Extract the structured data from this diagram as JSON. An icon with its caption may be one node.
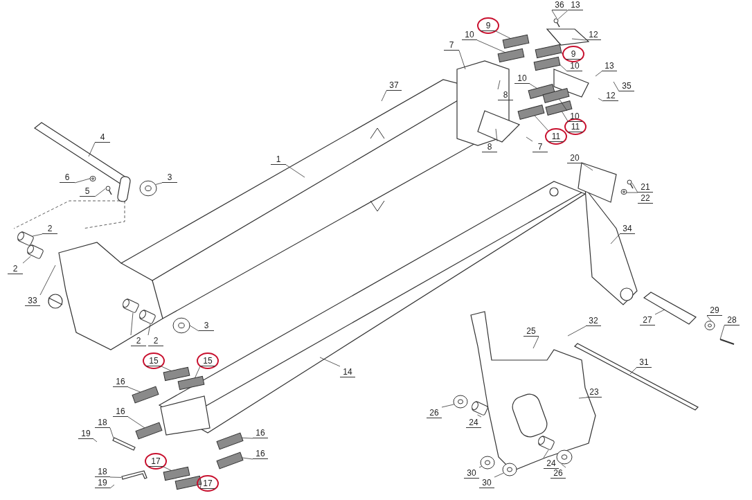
{
  "diagram": {
    "nodes": [
      {
        "text": [
          "36"
        ]
      },
      {
        "text": [
          "13"
        ]
      },
      {
        "text": [
          "9"
        ]
      },
      {
        "text": [
          "10"
        ]
      },
      {
        "text": [
          "12"
        ]
      },
      {
        "text": [
          "9"
        ]
      },
      {
        "text": [
          "10"
        ]
      },
      {
        "text": [
          "7"
        ]
      },
      {
        "text": [
          "13"
        ]
      },
      {
        "text": [
          "35"
        ]
      },
      {
        "text": [
          "12"
        ]
      },
      {
        "text": [
          "10"
        ]
      },
      {
        "text": [
          "8"
        ]
      },
      {
        "text": [
          "10"
        ]
      },
      {
        "text": [
          "11"
        ]
      },
      {
        "text": [
          "11"
        ]
      },
      {
        "text": [
          "37"
        ]
      },
      {
        "text": [
          "8"
        ]
      },
      {
        "text": [
          "7"
        ]
      },
      {
        "text": [
          "4"
        ]
      },
      {
        "text": [
          "1"
        ]
      },
      {
        "text": [
          "20"
        ]
      },
      {
        "text": [
          "6"
        ]
      },
      {
        "text": [
          "5"
        ]
      },
      {
        "text": [
          "3"
        ]
      },
      {
        "text": [
          "21"
        ]
      },
      {
        "text": [
          "22"
        ]
      },
      {
        "text": [
          "2"
        ]
      },
      {
        "text": [
          "34"
        ]
      },
      {
        "text": [
          "2"
        ]
      },
      {
        "text": [
          "33"
        ]
      },
      {
        "text": [
          "3"
        ]
      },
      {
        "text": [
          "2"
        ]
      },
      {
        "text": [
          "2"
        ]
      },
      {
        "text": [
          "25"
        ]
      },
      {
        "text": [
          "32"
        ]
      },
      {
        "text": [
          "27"
        ]
      },
      {
        "text": [
          "29"
        ]
      },
      {
        "text": [
          "28"
        ]
      },
      {
        "text": [
          "15"
        ]
      },
      {
        "text": [
          "15"
        ]
      },
      {
        "text": [
          "14"
        ]
      },
      {
        "text": [
          "16"
        ]
      },
      {
        "text": [
          "31"
        ]
      },
      {
        "text": [
          "23"
        ]
      },
      {
        "text": [
          "26"
        ]
      },
      {
        "text": [
          "24"
        ]
      },
      {
        "text": [
          "16"
        ]
      },
      {
        "text": [
          "18"
        ]
      },
      {
        "text": [
          "19"
        ]
      },
      {
        "text": [
          "16"
        ]
      },
      {
        "text": [
          "17"
        ]
      },
      {
        "text": [
          "16"
        ]
      },
      {
        "text": [
          "18"
        ]
      },
      {
        "text": [
          "19"
        ]
      },
      {
        "text": [
          "17"
        ]
      },
      {
        "text": [
          "24"
        ]
      },
      {
        "text": [
          "30"
        ]
      },
      {
        "text": [
          "30"
        ]
      },
      {
        "text": [
          "26"
        ]
      },
      {
        "text": [],
        "shape": "bar"
      },
      {
        "text": [],
        "shape": "bar"
      },
      {
        "text": [],
        "shape": "bar"
      },
      {
        "text": [],
        "shape": "bar"
      },
      {
        "text": [],
        "shape": "bar"
      },
      {
        "text": [],
        "shape": "bar"
      },
      {
        "text": [],
        "shape": "bar"
      },
      {
        "text": [],
        "shape": "bar"
      },
      {
        "text": [],
        "shape": "bar"
      },
      {
        "text": [],
        "shape": "bar"
      },
      {
        "text": [],
        "shape": "bar"
      },
      {
        "text": [],
        "shape": "bar"
      },
      {
        "text": [],
        "shape": "bar"
      },
      {
        "text": [],
        "shape": "bar"
      },
      {
        "text": [],
        "shape": "bar"
      },
      {
        "text": [],
        "shape": "bar"
      },
      {
        "text": [],
        "shape": "circle"
      },
      {
        "text": [],
        "shape": "circle"
      },
      {
        "text": [],
        "shape": "circle"
      },
      {
        "text": [],
        "shape": "circle"
      },
      {
        "text": [],
        "shape": "circle"
      },
      {
        "text": [],
        "shape": "circle"
      },
      {
        "text": [],
        "shape": "circle"
      },
      {
        "text": [],
        "shape": "cylinder"
      },
      {
        "text": [],
        "shape": "cylinder"
      },
      {
        "text": [],
        "shape": "cylinder"
      },
      {
        "text": [],
        "shape": "cylinder"
      },
      {
        "text": [],
        "shape": "cylinder"
      },
      {
        "text": [],
        "shape": "cylinder"
      },
      {
        "text": [],
        "shape": "bolt"
      },
      {
        "text": [],
        "shape": "circle"
      },
      {
        "text": [],
        "shape": "bolt"
      },
      {
        "text": [],
        "shape": "bolt"
      },
      {
        "text": [],
        "shape": "circle"
      },
      {
        "text": [],
        "shape": "clip"
      },
      {
        "text": [],
        "shape": "clip"
      }
    ],
    "edges": [
      {
        "from": 0,
        "to": 89,
        "arrow": "none"
      },
      {
        "from": 1,
        "to": 89,
        "arrow": "none"
      },
      {
        "from": 2,
        "to": 60,
        "arrow": "none"
      },
      {
        "from": 3,
        "to": 61,
        "arrow": "none"
      },
      {
        "from": 4,
        "to": null,
        "arrow": "none"
      },
      {
        "from": 5,
        "to": 62,
        "arrow": "none"
      },
      {
        "from": 6,
        "to": 63,
        "arrow": "none"
      },
      {
        "from": 7,
        "to": null,
        "arrow": "none"
      },
      {
        "from": 8,
        "to": null,
        "arrow": "none"
      },
      {
        "from": 9,
        "to": null,
        "arrow": "none"
      },
      {
        "from": 10,
        "to": null,
        "arrow": "none"
      },
      {
        "from": 11,
        "to": 64,
        "arrow": "none"
      },
      {
        "from": 12,
        "to": null,
        "arrow": "none"
      },
      {
        "from": 13,
        "to": 66,
        "arrow": "none"
      },
      {
        "from": 14,
        "to": 65,
        "arrow": "none"
      },
      {
        "from": 15,
        "to": 67,
        "arrow": "none"
      },
      {
        "from": 16,
        "to": null,
        "arrow": "none"
      },
      {
        "from": 17,
        "to": null,
        "arrow": "none"
      },
      {
        "from": 18,
        "to": null,
        "arrow": "none"
      },
      {
        "from": 19,
        "to": null,
        "arrow": "none"
      },
      {
        "from": 20,
        "to": null,
        "arrow": "none"
      },
      {
        "from": 21,
        "to": null,
        "arrow": "none"
      },
      {
        "from": 22,
        "to": 90,
        "arrow": "none"
      },
      {
        "from": 23,
        "to": 91,
        "arrow": "none"
      },
      {
        "from": 24,
        "to": 76,
        "arrow": "none"
      },
      {
        "from": 25,
        "to": 92,
        "arrow": "none"
      },
      {
        "from": 26,
        "to": 93,
        "arrow": "none"
      },
      {
        "from": 27,
        "to": 83,
        "arrow": "none"
      },
      {
        "from": 28,
        "to": null,
        "arrow": "none"
      },
      {
        "from": 29,
        "to": 84,
        "arrow": "none"
      },
      {
        "from": 30,
        "to": null,
        "arrow": "none"
      },
      {
        "from": 31,
        "to": 77,
        "arrow": "none"
      },
      {
        "from": 32,
        "to": 85,
        "arrow": "none"
      },
      {
        "from": 33,
        "to": 86,
        "arrow": "none"
      },
      {
        "from": 34,
        "to": null,
        "arrow": "none"
      },
      {
        "from": 35,
        "to": null,
        "arrow": "none"
      },
      {
        "from": 36,
        "to": null,
        "arrow": "none"
      },
      {
        "from": 37,
        "to": 78,
        "arrow": "none"
      },
      {
        "from": 38,
        "to": null,
        "arrow": "none"
      },
      {
        "from": 39,
        "to": 68,
        "arrow": "none"
      },
      {
        "from": 40,
        "to": 69,
        "arrow": "none"
      },
      {
        "from": 41,
        "to": null,
        "arrow": "none"
      },
      {
        "from": 42,
        "to": 70,
        "arrow": "none"
      },
      {
        "from": 43,
        "to": null,
        "arrow": "none"
      },
      {
        "from": 44,
        "to": null,
        "arrow": "none"
      },
      {
        "from": 45,
        "to": 82,
        "arrow": "none"
      },
      {
        "from": 46,
        "to": 87,
        "arrow": "none"
      },
      {
        "from": 47,
        "to": 71,
        "arrow": "none"
      },
      {
        "from": 48,
        "to": 94,
        "arrow": "none"
      },
      {
        "from": 49,
        "to": null,
        "arrow": "none"
      },
      {
        "from": 50,
        "to": 72,
        "arrow": "none"
      },
      {
        "from": 51,
        "to": 74,
        "arrow": "none"
      },
      {
        "from": 52,
        "to": 73,
        "arrow": "none"
      },
      {
        "from": 53,
        "to": 95,
        "arrow": "none"
      },
      {
        "from": 54,
        "to": null,
        "arrow": "none"
      },
      {
        "from": 55,
        "to": 75,
        "arrow": "none"
      },
      {
        "from": 56,
        "to": 88,
        "arrow": "none"
      },
      {
        "from": 57,
        "to": 80,
        "arrow": "none"
      },
      {
        "from": 58,
        "to": 81,
        "arrow": "none"
      },
      {
        "from": 59,
        "to": 79,
        "arrow": "none"
      }
    ]
  }
}
